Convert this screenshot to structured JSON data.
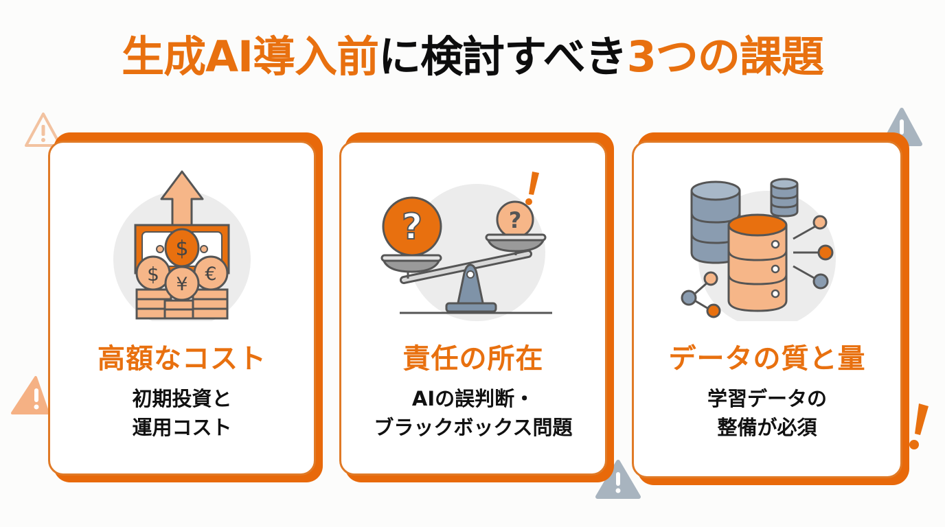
{
  "title": {
    "part1": "生成AI導入前",
    "part2": "に検討すべき",
    "part3": "3つの課題"
  },
  "colors": {
    "accent": "#e8700f",
    "card_border": "#e8690a",
    "text_dark": "#111111",
    "icon_grey": "#8a9aab",
    "icon_peach": "#f6b688",
    "bg_circle": "#ececec"
  },
  "cards": [
    {
      "icon": "money-cost-up-icon",
      "heading": "高額なコスト",
      "sub_line1": "初期投資と",
      "sub_line2": "運用コスト"
    },
    {
      "icon": "unbalanced-scale-question-icon",
      "heading": "責任の所在",
      "sub_line1": "AIの誤判断・",
      "sub_line2": "ブラックボックス問題"
    },
    {
      "icon": "database-network-icon",
      "heading": "データの質と量",
      "sub_line1": "学習データの",
      "sub_line2": "整備が必須"
    }
  ],
  "decorations": [
    "warning-triangle-outline-icon",
    "warning-triangle-peach-icon",
    "warning-triangle-grey-icon",
    "exclamation-mark-icon"
  ]
}
